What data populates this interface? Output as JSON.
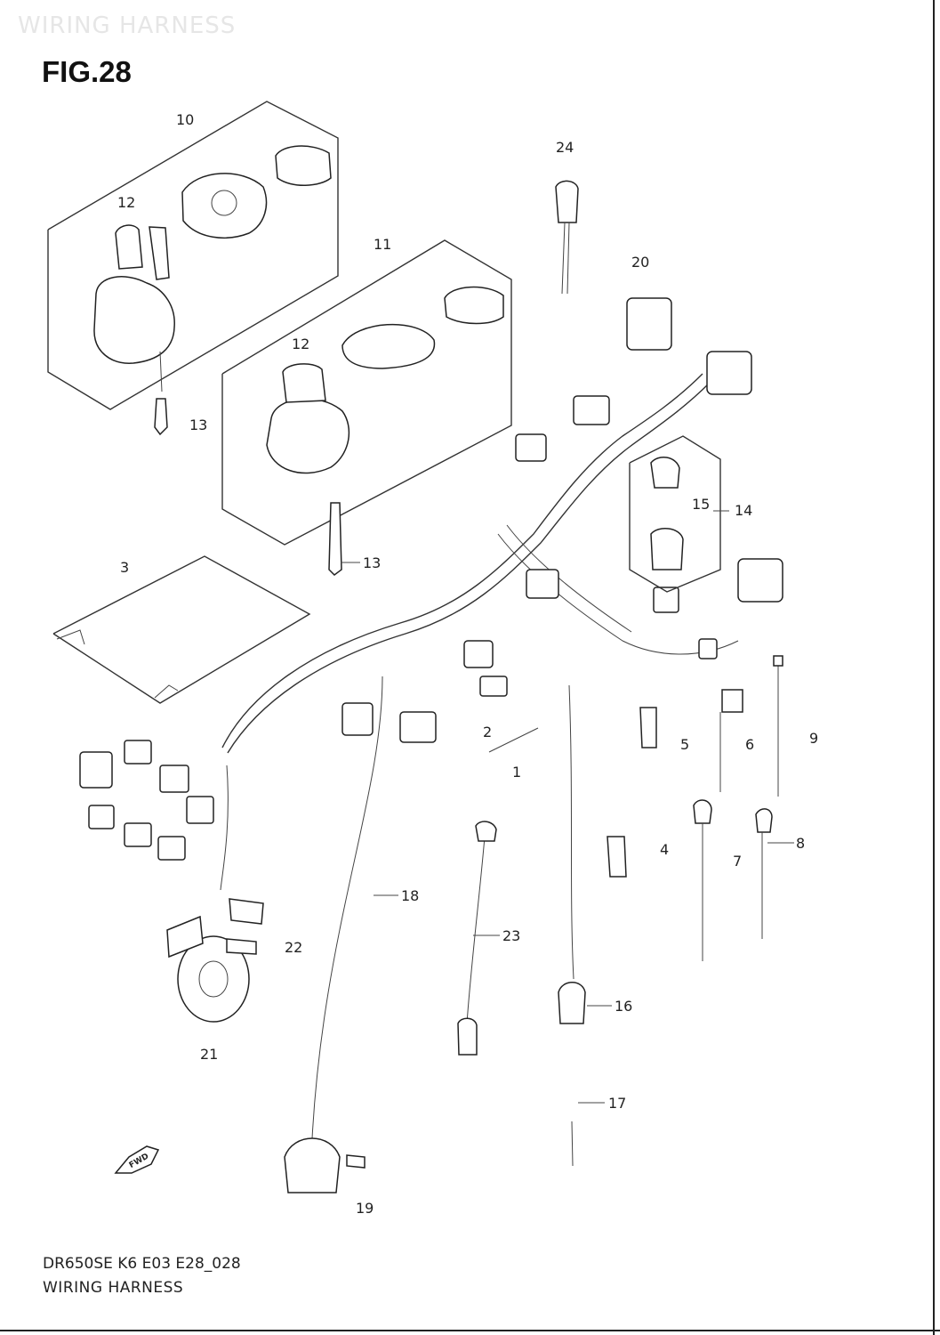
{
  "header": {
    "watermark": "WIRING HARNESS",
    "figure_label": "FIG.28"
  },
  "callouts": {
    "c1": "1",
    "c2": "2",
    "c3": "3",
    "c4": "4",
    "c5": "5",
    "c6": "6",
    "c7": "7",
    "c8": "8",
    "c9": "9",
    "c10": "10",
    "c11": "11",
    "c12a": "12",
    "c12b": "12",
    "c13a": "13",
    "c13b": "13",
    "c15": "15",
    "c14": "14",
    "c16": "16",
    "c17": "17",
    "c18": "18",
    "c19": "19",
    "c20": "20",
    "c21": "21",
    "c22": "22",
    "c23": "23",
    "c24": "24"
  },
  "badge": {
    "fwd": "FWD"
  },
  "footer": {
    "code": "DR650SE K6 E03 E28_028",
    "title": "WIRING HARNESS"
  }
}
